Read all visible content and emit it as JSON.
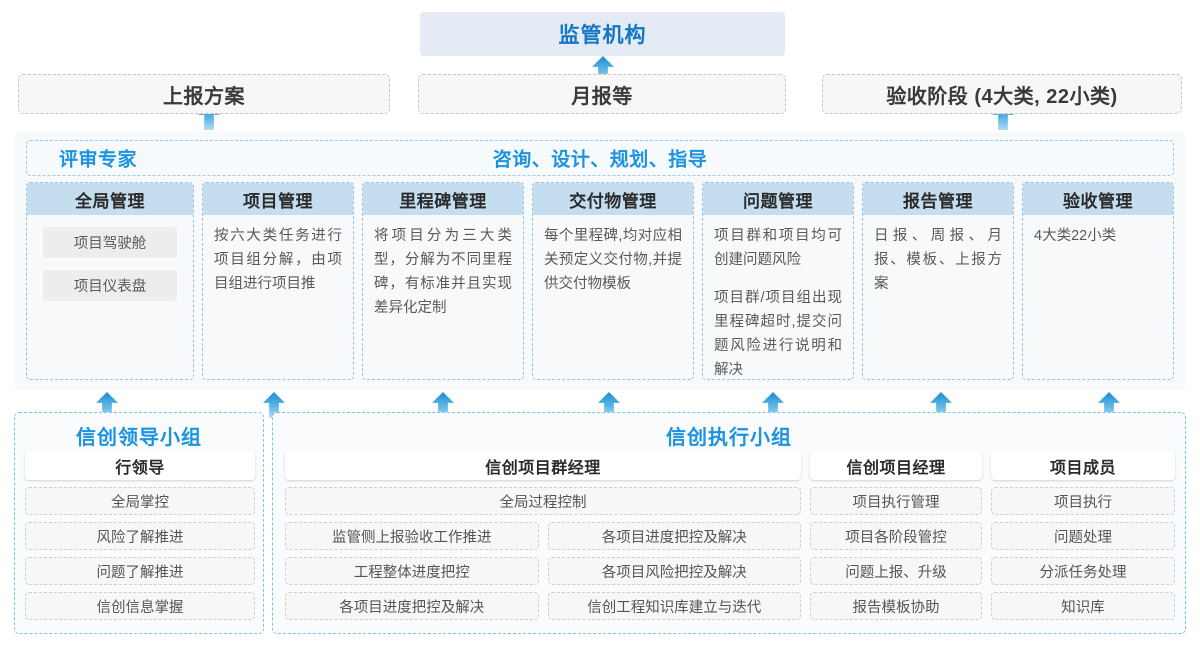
{
  "top": {
    "regulator": "监管机构",
    "reports": [
      "上报方案",
      "月报等",
      "验收阶段 (4大类, 22小类)"
    ]
  },
  "mid": {
    "advisor_left": "评审专家",
    "advisor_center": "咨询、设计、规划、指导",
    "cards": [
      {
        "title": "全局管理",
        "chips": [
          "项目驾驶舱",
          "项目仪表盘"
        ],
        "paras": []
      },
      {
        "title": "项目管理",
        "chips": [],
        "paras": [
          "按六大类任务进行项目组分解，由项目组进行项目推"
        ]
      },
      {
        "title": "里程碑管理",
        "chips": [],
        "paras": [
          "将项目分为三大类型，分解为不同里程碑，有标准并且实现差异化定制"
        ]
      },
      {
        "title": "交付物管理",
        "chips": [],
        "paras": [
          "每个里程碑,均对应相关预定义交付物,并提供交付物模板"
        ]
      },
      {
        "title": "问题管理",
        "chips": [],
        "paras": [
          "项目群和项目均可创建问题风险",
          "项目群/项目组出现里程碑超时,提交问题风险进行说明和解决"
        ]
      },
      {
        "title": "报告管理",
        "chips": [],
        "paras": [
          "日报、周报、月报、模板、上报方案"
        ]
      },
      {
        "title": "验收管理",
        "chips": [],
        "paras": [
          "4大类22小类"
        ]
      }
    ]
  },
  "bottom": {
    "leader_group": {
      "title": "信创领导小组",
      "role": "行领导",
      "items": [
        "全局掌控",
        "风险了解推进",
        "问题了解推进",
        "信创信息掌握"
      ]
    },
    "exec_group": {
      "title": "信创执行小组",
      "program_manager": {
        "role": "信创项目群经理",
        "full_item": "全局过程控制",
        "left_items": [
          "监管侧上报验收工作推进",
          "工程整体进度把控",
          "各项目进度把控及解决"
        ],
        "right_items": [
          "各项目进度把控及解决",
          "各项目风险把控及解决",
          "信创工程知识库建立与迭代"
        ]
      },
      "project_manager": {
        "role": "信创项目经理",
        "items": [
          "项目执行管理",
          "项目各阶段管控",
          "问题上报、升级",
          "报告模板协助"
        ]
      },
      "project_member": {
        "role": "项目成员",
        "items": [
          "项目执行",
          "问题处理",
          "分派任务处理",
          "知识库"
        ]
      }
    }
  },
  "colors": {
    "accent": "#1c93e0",
    "regulator_bg": "#e5ebf5",
    "card_head_bg": "#c4ddef",
    "dashed_border": "#8fc6e8"
  },
  "icons": {
    "arrow_up": "arrow-up-icon"
  }
}
